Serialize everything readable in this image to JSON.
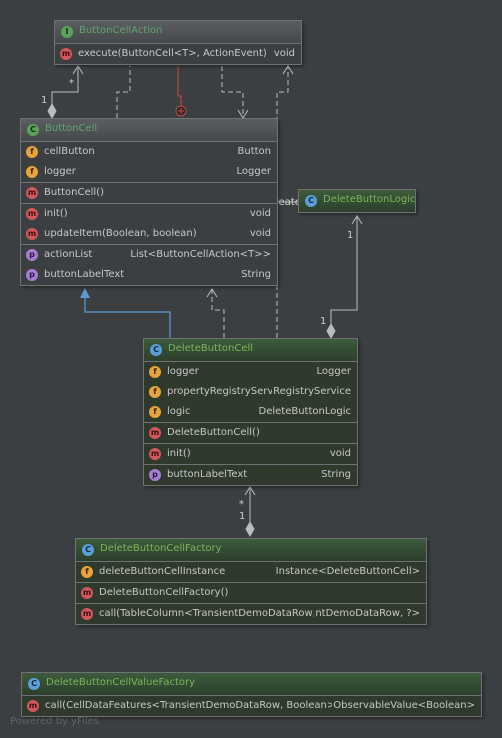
{
  "classes": {
    "button_cell_action": {
      "name": "ButtonCellAction",
      "sections": [
        [
          {
            "kind": "m",
            "name": "execute(ButtonCell<T>, ActionEvent)",
            "type": "void"
          }
        ]
      ]
    },
    "button_cell": {
      "name": "ButtonCell",
      "sections": [
        [
          {
            "kind": "f",
            "name": "cellButton",
            "type": "Button"
          },
          {
            "kind": "f",
            "name": "logger",
            "type": "Logger"
          }
        ],
        [
          {
            "kind": "m",
            "name": "ButtonCell()",
            "type": ""
          }
        ],
        [
          {
            "kind": "m",
            "name": "init()",
            "type": "void"
          },
          {
            "kind": "m",
            "name": "updateItem(Boolean, boolean)",
            "type": "void"
          }
        ],
        [
          {
            "kind": "p",
            "name": "actionList",
            "type": "List<ButtonCellAction<T>>"
          },
          {
            "kind": "p",
            "name": "buttonLabelText",
            "type": "String"
          }
        ]
      ]
    },
    "delete_button_logic": {
      "name": "DeleteButtonLogic",
      "sections": []
    },
    "delete_button_cell": {
      "name": "DeleteButtonCell",
      "sections": [
        [
          {
            "kind": "f",
            "name": "logger",
            "type": "Logger"
          },
          {
            "kind": "f",
            "name": "propertyRegistryService",
            "type": "RegistryService"
          },
          {
            "kind": "f",
            "name": "logic",
            "type": "DeleteButtonLogic"
          }
        ],
        [
          {
            "kind": "m",
            "name": "DeleteButtonCell()",
            "type": ""
          }
        ],
        [
          {
            "kind": "m",
            "name": "init()",
            "type": "void"
          }
        ],
        [
          {
            "kind": "p",
            "name": "buttonLabelText",
            "type": "String"
          }
        ]
      ]
    },
    "delete_button_cell_factory": {
      "name": "DeleteButtonCellFactory",
      "sections": [
        [
          {
            "kind": "f",
            "name": "deleteButtonCellInstance",
            "type": "Instance<DeleteButtonCell>"
          }
        ],
        [
          {
            "kind": "m",
            "name": "DeleteButtonCellFactory()",
            "type": ""
          }
        ],
        [
          {
            "kind": "m",
            "name": "call(TableColumn<TransientDemoDataRow, ?>)",
            "type": "ntDemoDataRow, ?>"
          }
        ]
      ]
    },
    "delete_button_cell_value_factory": {
      "name": "DeleteButtonCellValueFactory",
      "sections": [
        [
          {
            "kind": "m",
            "name": "call(CellDataFeatures<TransientDemoDataRow, Boolean>)",
            "type": "ObservableValue<Boolean>"
          }
        ]
      ]
    }
  },
  "edge_labels": {
    "create": "«create»",
    "mult_action_many": "*",
    "mult_action_one": "1",
    "mult_logic_one": "1",
    "mult_cell_logic_one": "1",
    "mult_factory_many": "*",
    "mult_factory_one": "1"
  },
  "watermark": "Powered by yFiles",
  "colors": {
    "background": "#3c3f41",
    "border": "#6f7275",
    "title_text": "#7cb55a",
    "inheritance_arrow": "#5b9bd5",
    "nested_link": "#cc4444"
  }
}
